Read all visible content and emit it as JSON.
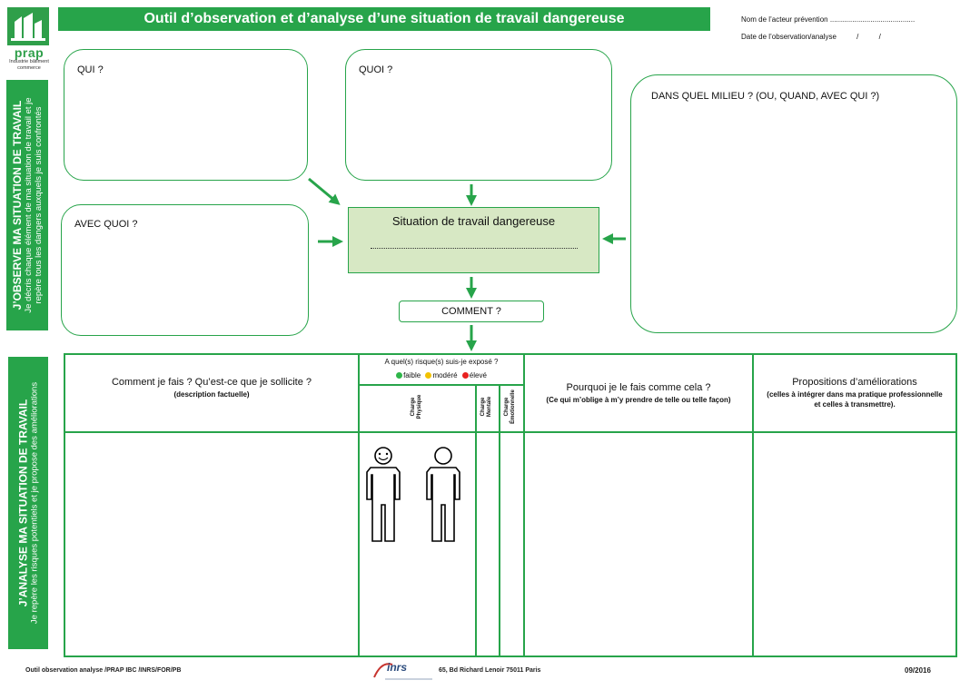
{
  "logo": {
    "word": "prap",
    "sub": "Industrie bâtiment commerce"
  },
  "header": {
    "title": "Outil d’observation et d’analyse d’une situation de travail dangereuse",
    "actor_label": "Nom de l’acteur prévention ..........................................",
    "date_label": "Date de l’observation/analyse          /          /"
  },
  "observe_banner": {
    "title": "J’OBSERVE MA SITUATION DE TRAVAIL",
    "line1": "Je décris chaque élément de ma situation de travail et je",
    "line2": "repère tous les dangers auxquels je suis confrontés"
  },
  "analyse_banner": {
    "title": "J’ANALYSE MA SITUATION DE TRAVAIL",
    "line1": "Je repère les risques potentiels et je propose des améliorations"
  },
  "boxes": {
    "qui": "QUI ?",
    "quoi": "QUOI ?",
    "avec_quoi": "AVEC QUOI ?",
    "milieu": "DANS QUEL MILIEU ?  (OU, QUAND, AVEC QUI ?)",
    "situation": "Situation de travail dangereuse",
    "comment": "COMMENT ?"
  },
  "table": {
    "col1_title": "Comment je  fais ? Qu’est-ce que je sollicite ?",
    "col1_sub": "(description factuelle)",
    "risk_title": "A quel(s) risque(s) suis-je exposé ?",
    "legend": [
      {
        "label": "faible",
        "color": "#2fb64a"
      },
      {
        "label": "modéré",
        "color": "#f2c200"
      },
      {
        "label": "élevé",
        "color": "#e8211f"
      }
    ],
    "charge_physique": [
      "Charge",
      "Physique"
    ],
    "charge_mentale": [
      "Charge",
      "Mentale"
    ],
    "charge_emotionnelle": [
      "Charge",
      "Émotionnelle"
    ],
    "col3_title": "Pourquoi je le fais comme cela ?",
    "col3_sub": "(Ce qui m’oblige à m’y prendre de telle ou telle façon)",
    "col4_title": "Propositions  d’améliorations",
    "col4_sub1": "(celles à intégrer dans ma pratique professionnelle",
    "col4_sub2": "et celles à transmettre)."
  },
  "footer": {
    "left": "Outil observation analyse /PRAP IBC /INRS/FOR/PB",
    "inrs_logo": "inrs",
    "address": "65, Bd Richard Lenoir 75011 Paris",
    "date": "09/2016"
  },
  "colors": {
    "accent": "#27a44a",
    "situation_fill": "#d7e8c4"
  }
}
